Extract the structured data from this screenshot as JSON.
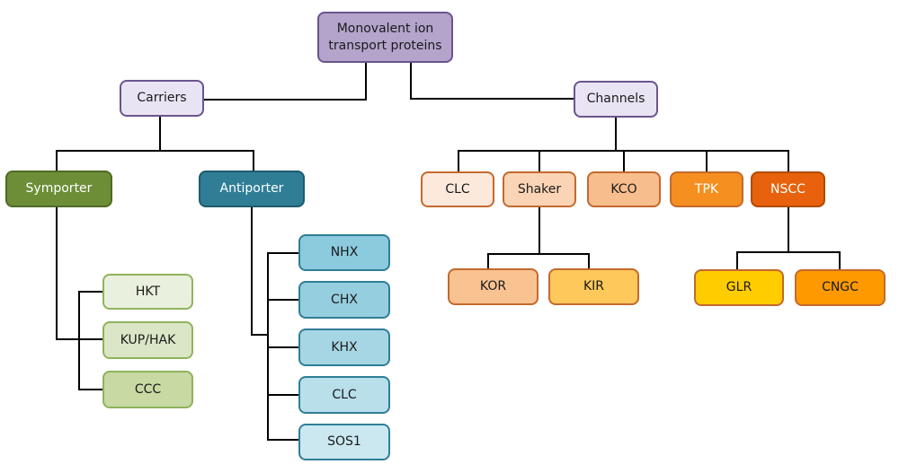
{
  "diagram": {
    "root": {
      "label_line1": "Monovalent ion",
      "label_line2": "transport proteins"
    },
    "carriers": {
      "label": "Carriers"
    },
    "channels": {
      "label": "Channels"
    },
    "symporter": {
      "label": "Symporter",
      "children": [
        "HKT",
        "KUP/HAK",
        "CCC"
      ]
    },
    "antiporter": {
      "label": "Antiporter",
      "children": [
        "NHX",
        "CHX",
        "KHX",
        "CLC",
        "SOS1"
      ]
    },
    "channel_types": [
      "CLC",
      "Shaker",
      "KCO",
      "TPK",
      "NSCC"
    ],
    "shaker_children": [
      "KOR",
      "KIR"
    ],
    "nscc_children": [
      "GLR",
      "CNGC"
    ]
  },
  "colors": {
    "root_fill": "#b4a4cc",
    "root_border": "#6a548e",
    "level1_fill": "#e9e4f3",
    "level1_border": "#6a548e",
    "symporter_fill": "#6d8e37",
    "symporter_border": "#4f6a25",
    "symporter_children_fill": [
      "#eaf0de",
      "#dbe6c6",
      "#c8d9a4"
    ],
    "symporter_children_border": "#8fb35b",
    "antiporter_fill": "#2f7e96",
    "antiporter_border": "#1e5b6e",
    "antiporter_children_fill": [
      "#8ccadd",
      "#95cede",
      "#a6d6e4",
      "#b8dfea",
      "#cbe8f0"
    ],
    "antiporter_children_border": "#2f7e96",
    "channel_fill": [
      "#fde9dc",
      "#fbd4b6",
      "#f8bd8d",
      "#f58f1f",
      "#e8620d"
    ],
    "channel_border": [
      "#c3692d",
      "#c3692d",
      "#c3692d",
      "#c3692d",
      "#b04a06"
    ],
    "shaker_children_fill": [
      "#f9c391",
      "#ffc85a"
    ],
    "shaker_children_border": "#c3692d",
    "nscc_children_fill": [
      "#ffcc00",
      "#ff9900"
    ],
    "nscc_children_border": "#c3692d",
    "connector": "#000000"
  }
}
